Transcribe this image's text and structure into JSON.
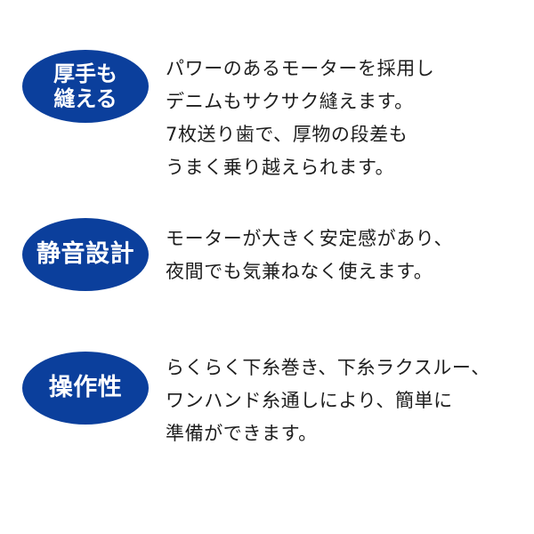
{
  "features": [
    {
      "badge_lines": [
        "厚手も",
        "縫える"
      ],
      "description_lines": [
        "パワーのあるモーターを採用し",
        "デニムもサクサク縫えます。",
        "7枚送り歯で、厚物の段差も",
        "うまく乗り越えられます。"
      ]
    },
    {
      "badge_lines": [
        "静音設計"
      ],
      "description_lines": [
        "モーターが大きく安定感があり、",
        "夜間でも気兼ねなく使えます。"
      ]
    },
    {
      "badge_lines": [
        "操作性"
      ],
      "description_lines": [
        "らくらく下糸巻き、下糸ラクスルー、",
        "ワンハンド糸通しにより、簡単に",
        "準備ができます。"
      ]
    }
  ],
  "colors": {
    "badge_background": "#0b3f9c",
    "badge_text": "#ffffff",
    "body_text": "#1e1e1e"
  }
}
